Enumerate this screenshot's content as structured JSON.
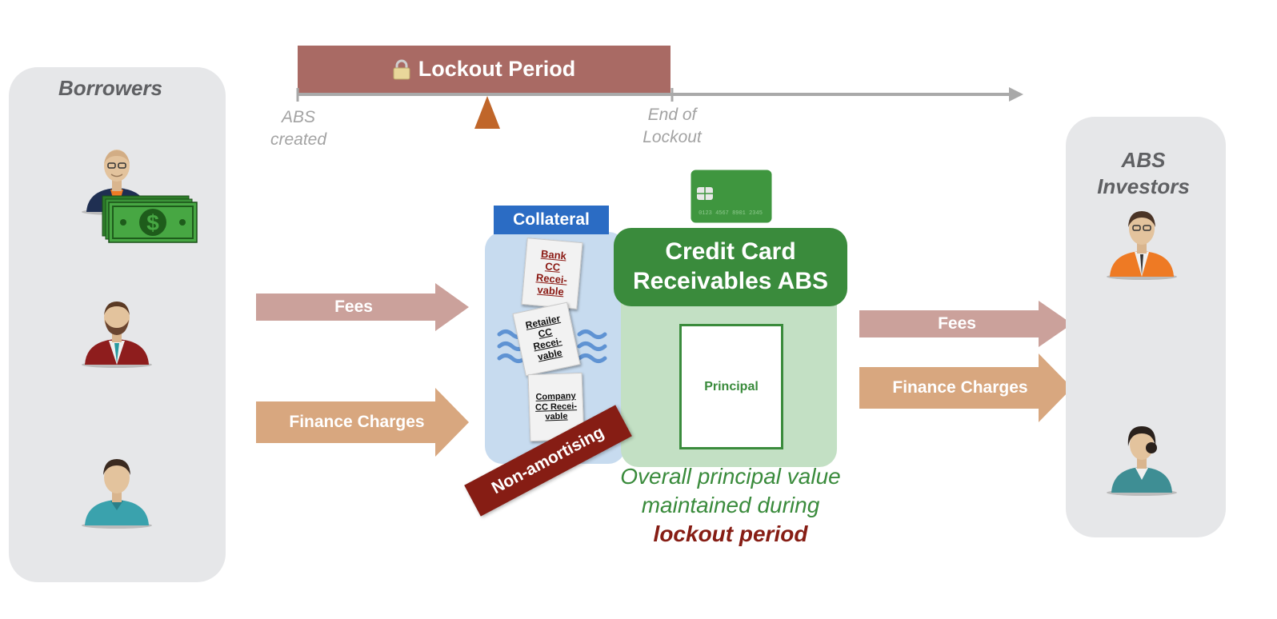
{
  "timeline": {
    "lockout_label": "Lockout Period",
    "abs_created": "ABS created",
    "end_of_lockout": "End of Lockout"
  },
  "borrowers": {
    "title": "Borrowers"
  },
  "investors": {
    "title": "ABS Investors"
  },
  "flows_in": {
    "fees": "Fees",
    "finance_charges": "Finance Charges"
  },
  "flows_out": {
    "fees": "Fees",
    "finance_charges": "Finance Charges"
  },
  "collateral": {
    "label": "Collateral",
    "cards": [
      "Bank CC Recei-vable",
      "Retailer CC Recei-vable",
      "Company CC Recei-vable"
    ],
    "banner": "Non-amortising"
  },
  "credit_card": {
    "number": "0123 4567 8901 2345"
  },
  "abs": {
    "title": "Credit Card Receivables ABS",
    "principal": "Principal"
  },
  "caption": {
    "line1": "Overall principal value",
    "line2": "maintained during",
    "emphasis": "lockout period"
  },
  "colors": {
    "lockout_bar": "#a96a64",
    "fees_arrow": "#cba19b",
    "finance_arrow": "#d8a77f",
    "collateral_header": "#2b6cc4",
    "collateral_bg": "#c7dbef",
    "abs_header": "#3a8b3c",
    "abs_bg": "#c3e0c4",
    "non_amortising": "#861d14",
    "caption_green": "#3a8b3c"
  }
}
